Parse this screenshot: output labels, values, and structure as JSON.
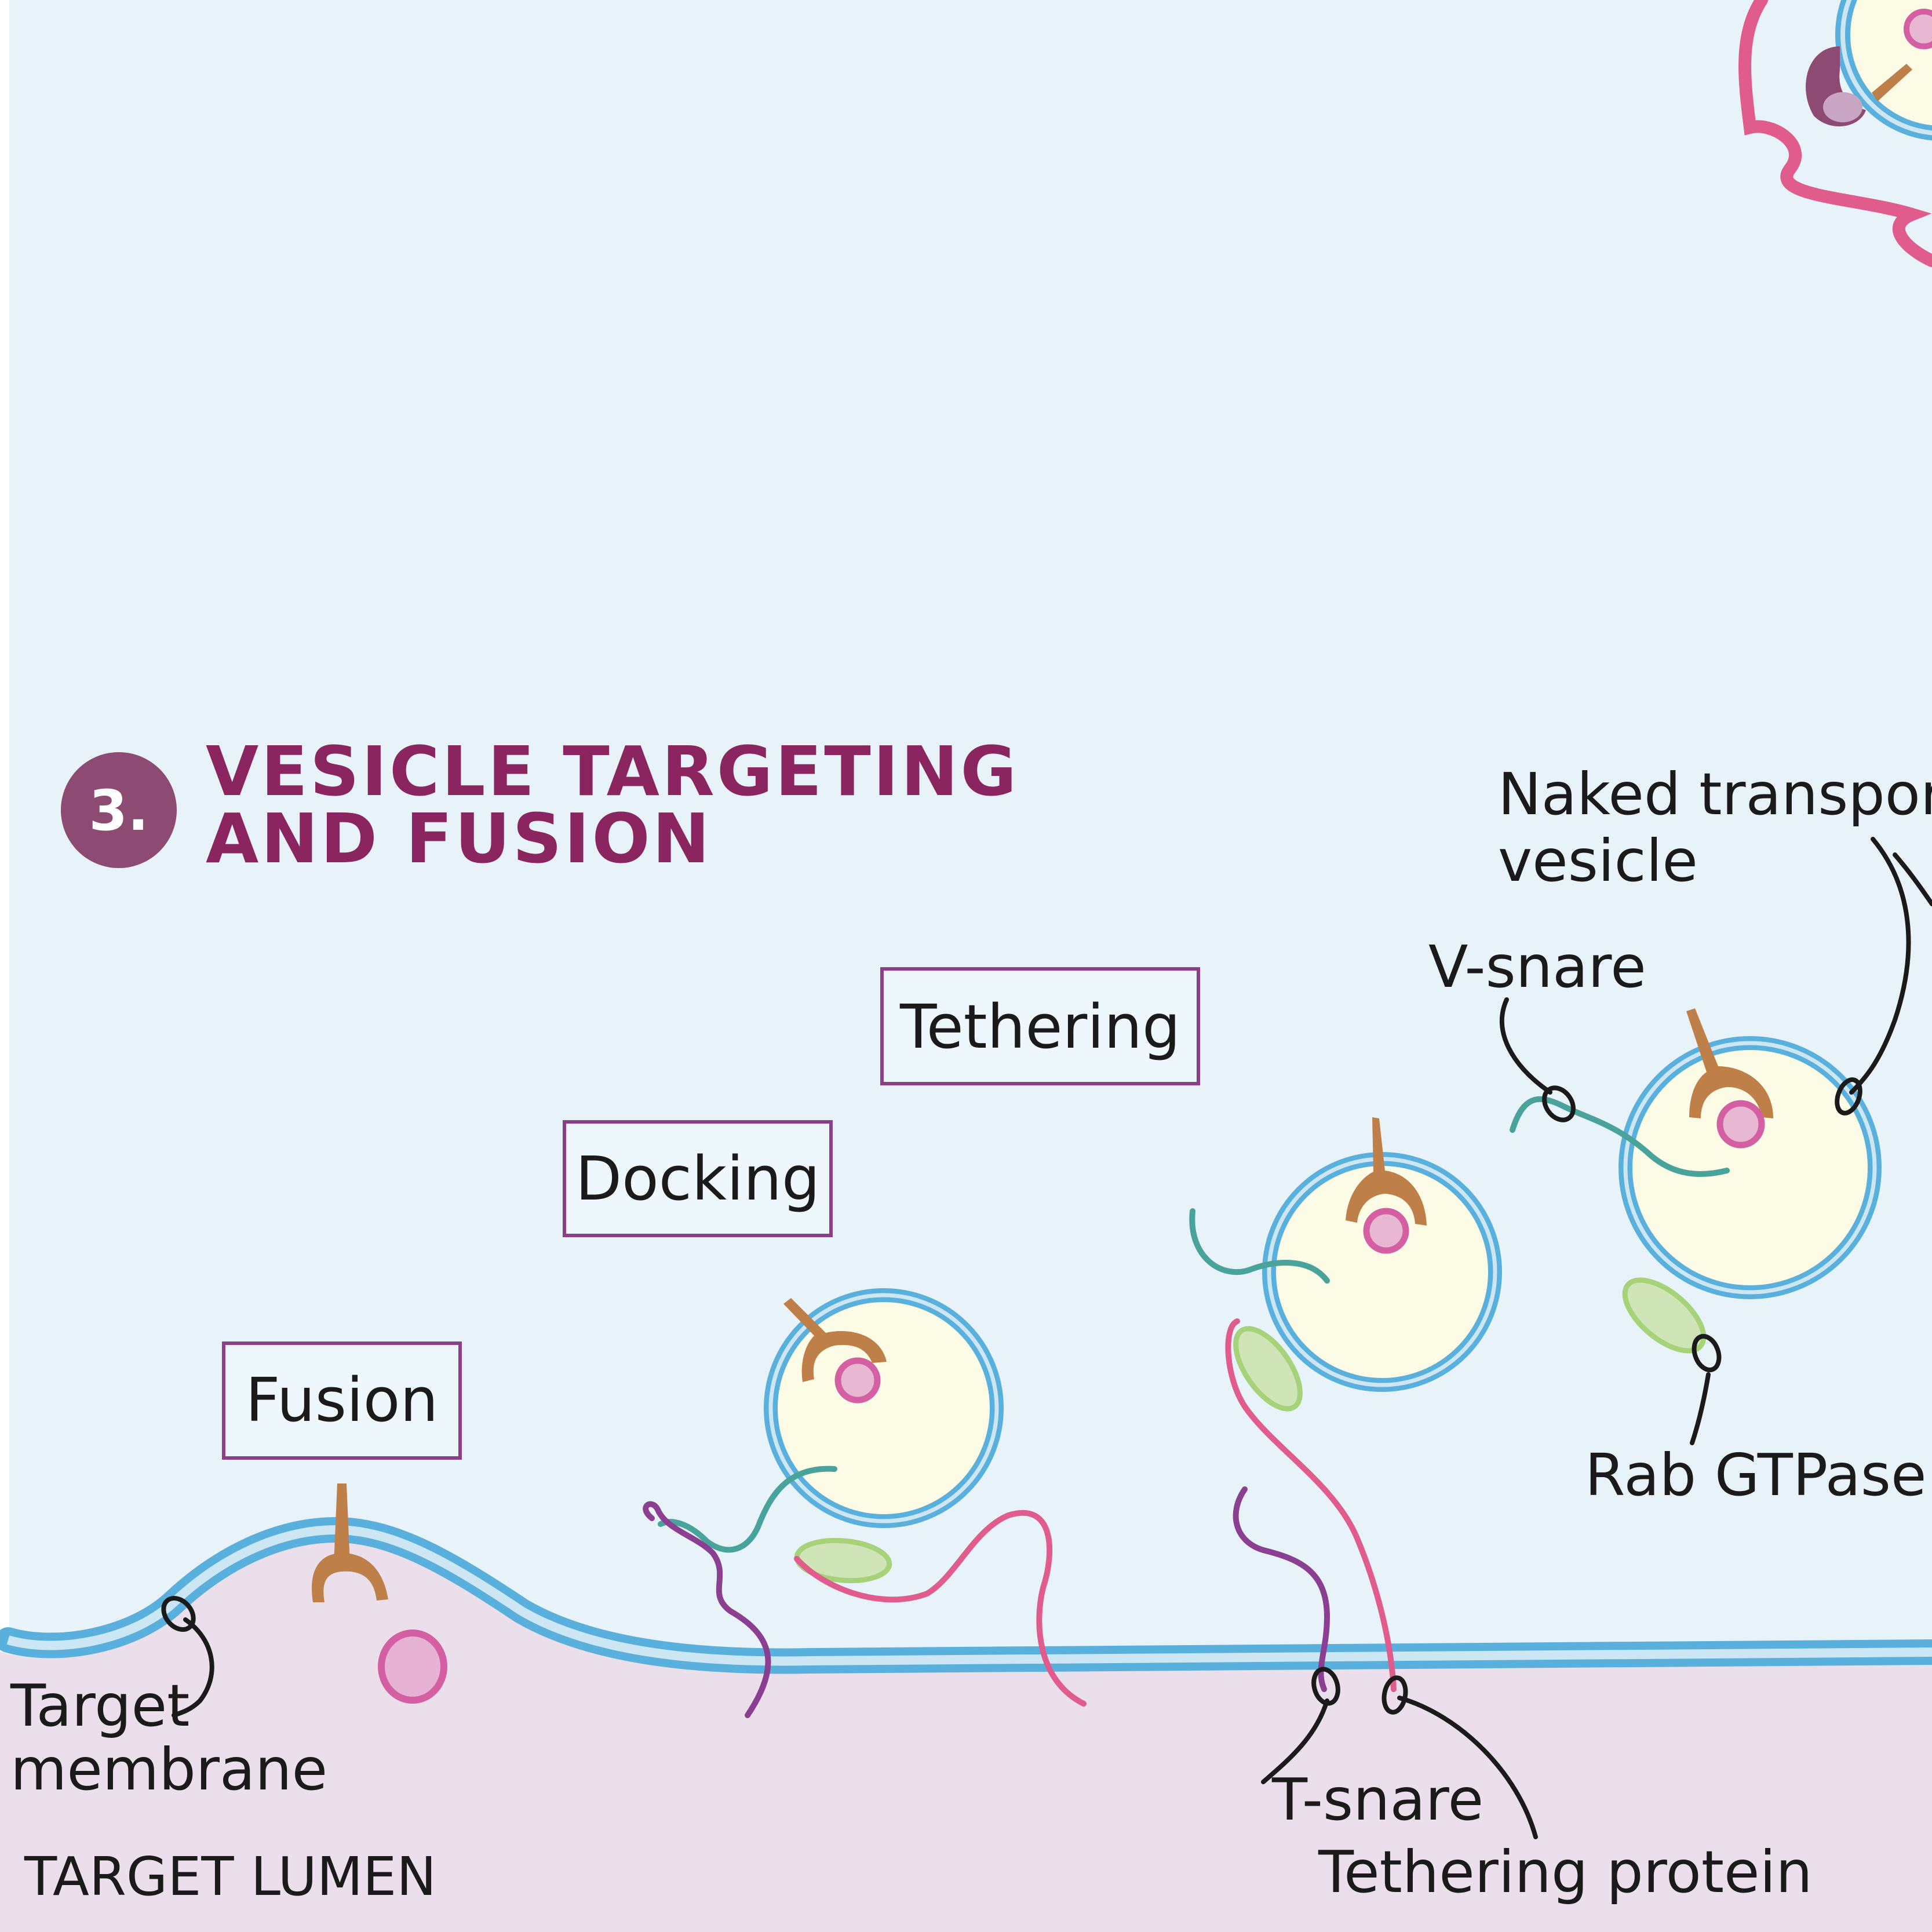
{
  "step": {
    "number": "3.",
    "title_line1": "VESICLE TARGETING",
    "title_line2": "AND FUSION"
  },
  "stages": {
    "fusion": "Fusion",
    "docking": "Docking",
    "tethering": "Tethering"
  },
  "labels": {
    "naked_line1": "Naked transport",
    "naked_line2": "vesicle",
    "v_snare": "V-snare",
    "rab": "Rab GTPase",
    "target_line1": "Target",
    "target_line2": "membrane",
    "t_snare": "T-snare",
    "tether": "Tethering protein",
    "lumen": "TARGET LUMEN"
  },
  "colors": {
    "background": "#e8f3f9",
    "lumen": "#ecdfec",
    "membrane": "#5ab0dc",
    "vesicle_fill": "#fbfbe6",
    "heading": "#8b2560",
    "badge": "#8d4a72",
    "box_border": "#8b3f86",
    "v_snare": "#4aa39a",
    "t_snare": "#8a3f90",
    "tether": "#e05c8c",
    "rab": "#a6d27a",
    "cargo_receptor": "#bf7f48",
    "cargo": "#d45fa2"
  }
}
